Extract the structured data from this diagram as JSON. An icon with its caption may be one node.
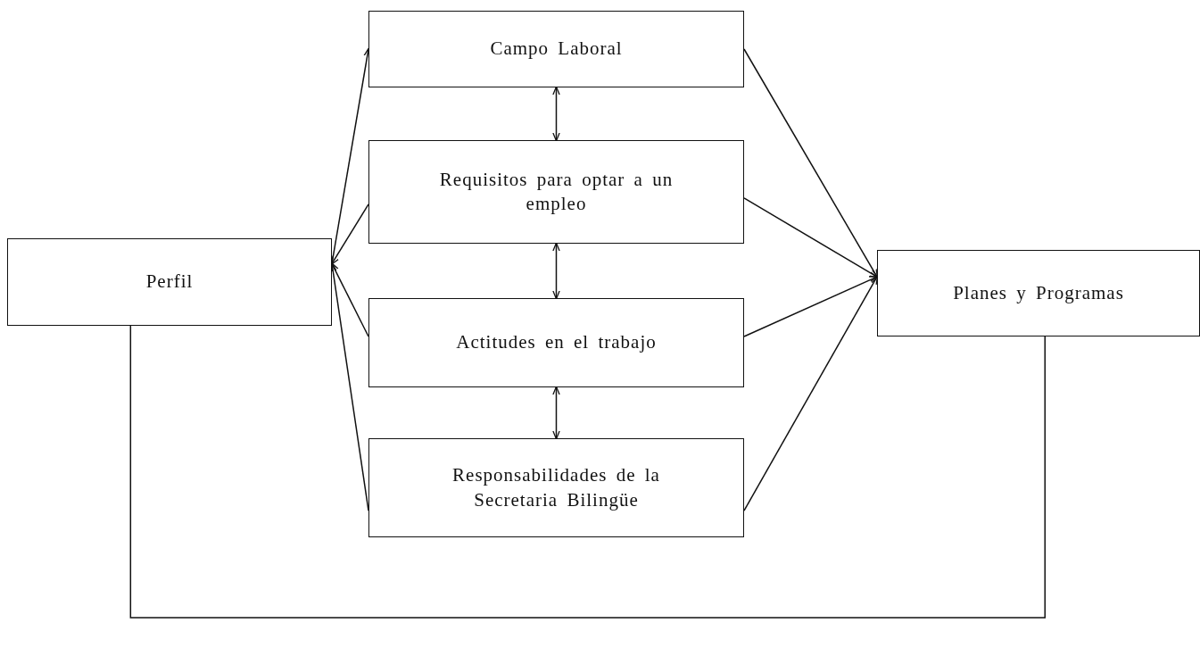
{
  "diagram": {
    "nodes": [
      {
        "text": [
          "Perfil"
        ]
      },
      {
        "text": [
          "Campo Laboral"
        ]
      },
      {
        "text": [
          "Requisitos para optar a un empleo"
        ]
      },
      {
        "text": [
          "Actitudes en el trabajo"
        ]
      },
      {
        "text": [
          "Responsabilidades de la Secretaria Bilingüe"
        ]
      },
      {
        "text": [
          "Planes y Programas"
        ]
      }
    ],
    "edges": [
      {
        "from": 0,
        "to": 1,
        "arrow": "to"
      },
      {
        "from": 2,
        "to": 0,
        "arrow": "to"
      },
      {
        "from": 3,
        "to": 0,
        "arrow": "to"
      },
      {
        "from": 4,
        "to": 0,
        "arrow": "to"
      },
      {
        "from": 1,
        "to": 2,
        "arrow": "both"
      },
      {
        "from": 2,
        "to": 3,
        "arrow": "both"
      },
      {
        "from": 3,
        "to": 4,
        "arrow": "both"
      },
      {
        "from": 1,
        "to": 5,
        "arrow": "to"
      },
      {
        "from": 2,
        "to": 5,
        "arrow": "to"
      },
      {
        "from": 3,
        "to": 5,
        "arrow": "to"
      },
      {
        "from": 4,
        "to": 5,
        "arrow": "to"
      },
      {
        "from": 5,
        "to": 0,
        "arrow": "none"
      }
    ]
  }
}
